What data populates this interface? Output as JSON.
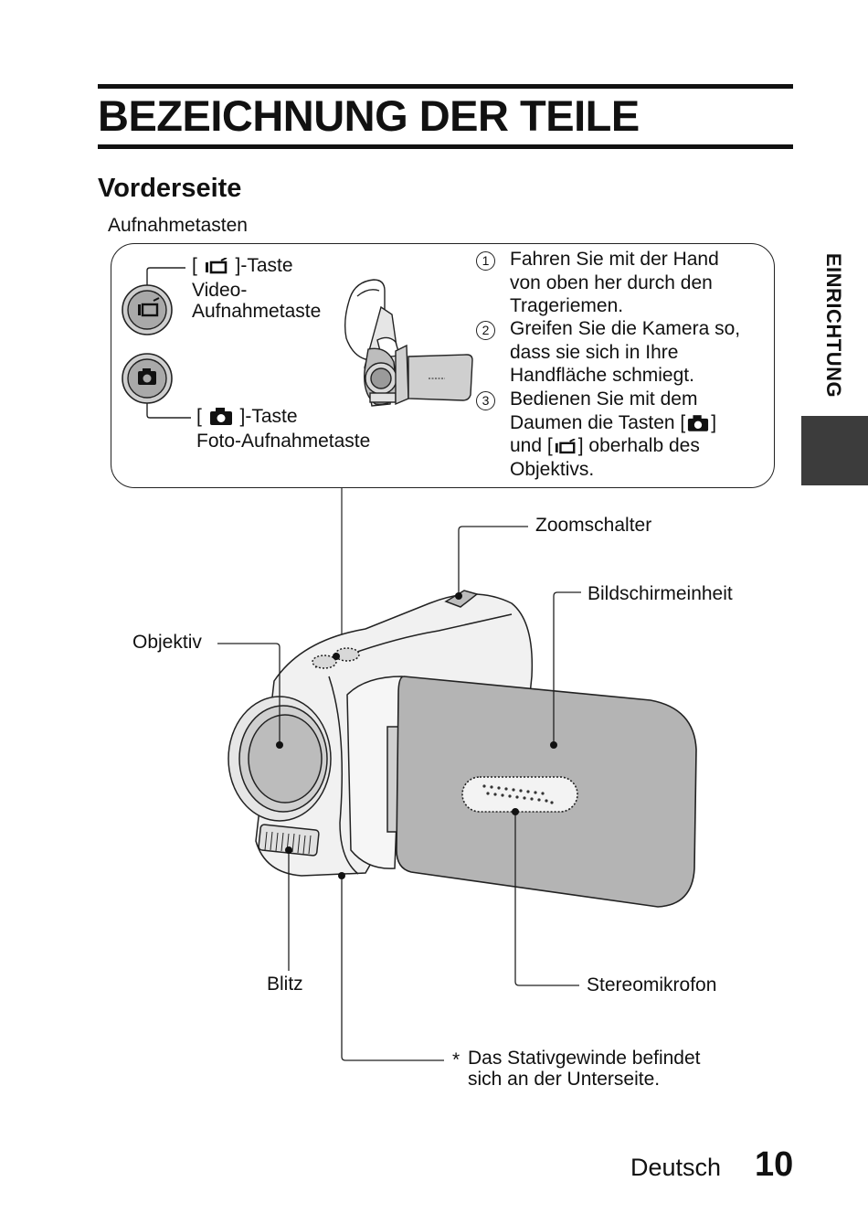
{
  "page": {
    "title": "BEZEICHNUNG DER TEILE",
    "subtitle": "Vorderseite",
    "section_tab": "EINRICHTUNG",
    "footer_language": "Deutsch",
    "footer_page": "10"
  },
  "callout": {
    "group_label": "Aufnahmetasten",
    "video_button": {
      "key_prefix": "[",
      "key_suffix": "]-Taste",
      "line1": "Video-",
      "line2": "Aufnahmetaste",
      "icon": "video-camera-icon"
    },
    "photo_button": {
      "key_prefix": "[",
      "key_suffix": "]-Taste",
      "line1": "Foto-Aufnahmetaste",
      "icon": "photo-camera-icon"
    },
    "steps": [
      {
        "number": "1",
        "lines": [
          "Fahren Sie mit der Hand",
          "von oben her durch den",
          "Trageriemen."
        ]
      },
      {
        "number": "2",
        "lines": [
          "Greifen Sie die Kamera so,",
          "dass sie sich in Ihre",
          "Handfläche schmiegt."
        ]
      },
      {
        "number": "3",
        "line1_prefix": "Bedienen Sie mit dem",
        "line2_prefix": "Daumen die Tasten [",
        "line2_suffix": "]",
        "line3_prefix": "und [",
        "line3_suffix": "] oberhalb des",
        "line4": "Objektivs."
      }
    ]
  },
  "parts": {
    "zoom": "Zoomschalter",
    "screen": "Bildschirmeinheit",
    "lens": "Objektiv",
    "flash": "Blitz",
    "mic": "Stereomikrofon",
    "tripod_marker": "*",
    "tripod_line1": "Das Stativgewinde befindet",
    "tripod_line2": "sich an der Unterseite."
  }
}
